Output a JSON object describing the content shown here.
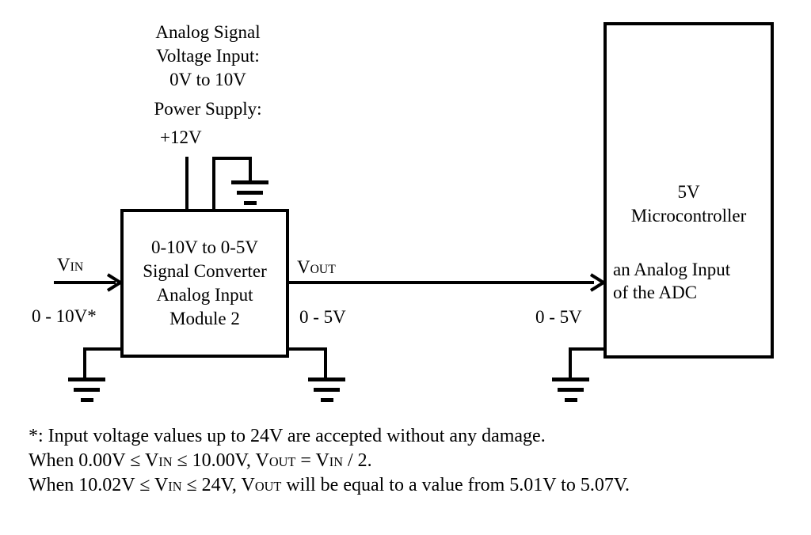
{
  "diagram": {
    "colors": {
      "line": "#000000",
      "background": "#ffffff"
    },
    "top_labels": {
      "analog_signal_line1": "Analog Signal",
      "analog_signal_line2": "Voltage Input:",
      "analog_signal_line3": "0V to 10V",
      "power_supply": "Power Supply:",
      "power_voltage": "+12V"
    },
    "converter_box": {
      "line1": "0-10V to 0-5V",
      "line2": "Signal Converter",
      "line3": "Analog Input",
      "line4": "Module 2"
    },
    "mcu_box": {
      "line1": "5V",
      "line2": "Microcontroller",
      "line3": "an Analog Input",
      "line4": "of the ADC"
    },
    "vin_label": {
      "base": "V",
      "sub": "IN"
    },
    "vin_range": "0 - 10V*",
    "vout_label": {
      "base": "V",
      "sub": "OUT"
    },
    "vout_range": "0 - 5V",
    "mcu_input_range": "0 - 5V"
  },
  "footer": {
    "line1": "*: Input voltage values up to 24V are accepted without any damage.",
    "line2": {
      "parts": [
        "When 0.00V ≤ V",
        "IN",
        " ≤ 10.00V, V",
        "OUT",
        " = V",
        "IN",
        " / 2."
      ]
    },
    "line3": {
      "parts": [
        "When 10.02V ≤ V",
        "IN",
        " ≤ 24V, V",
        "OUT",
        " will be equal to a value from 5.01V to 5.07V."
      ]
    }
  }
}
